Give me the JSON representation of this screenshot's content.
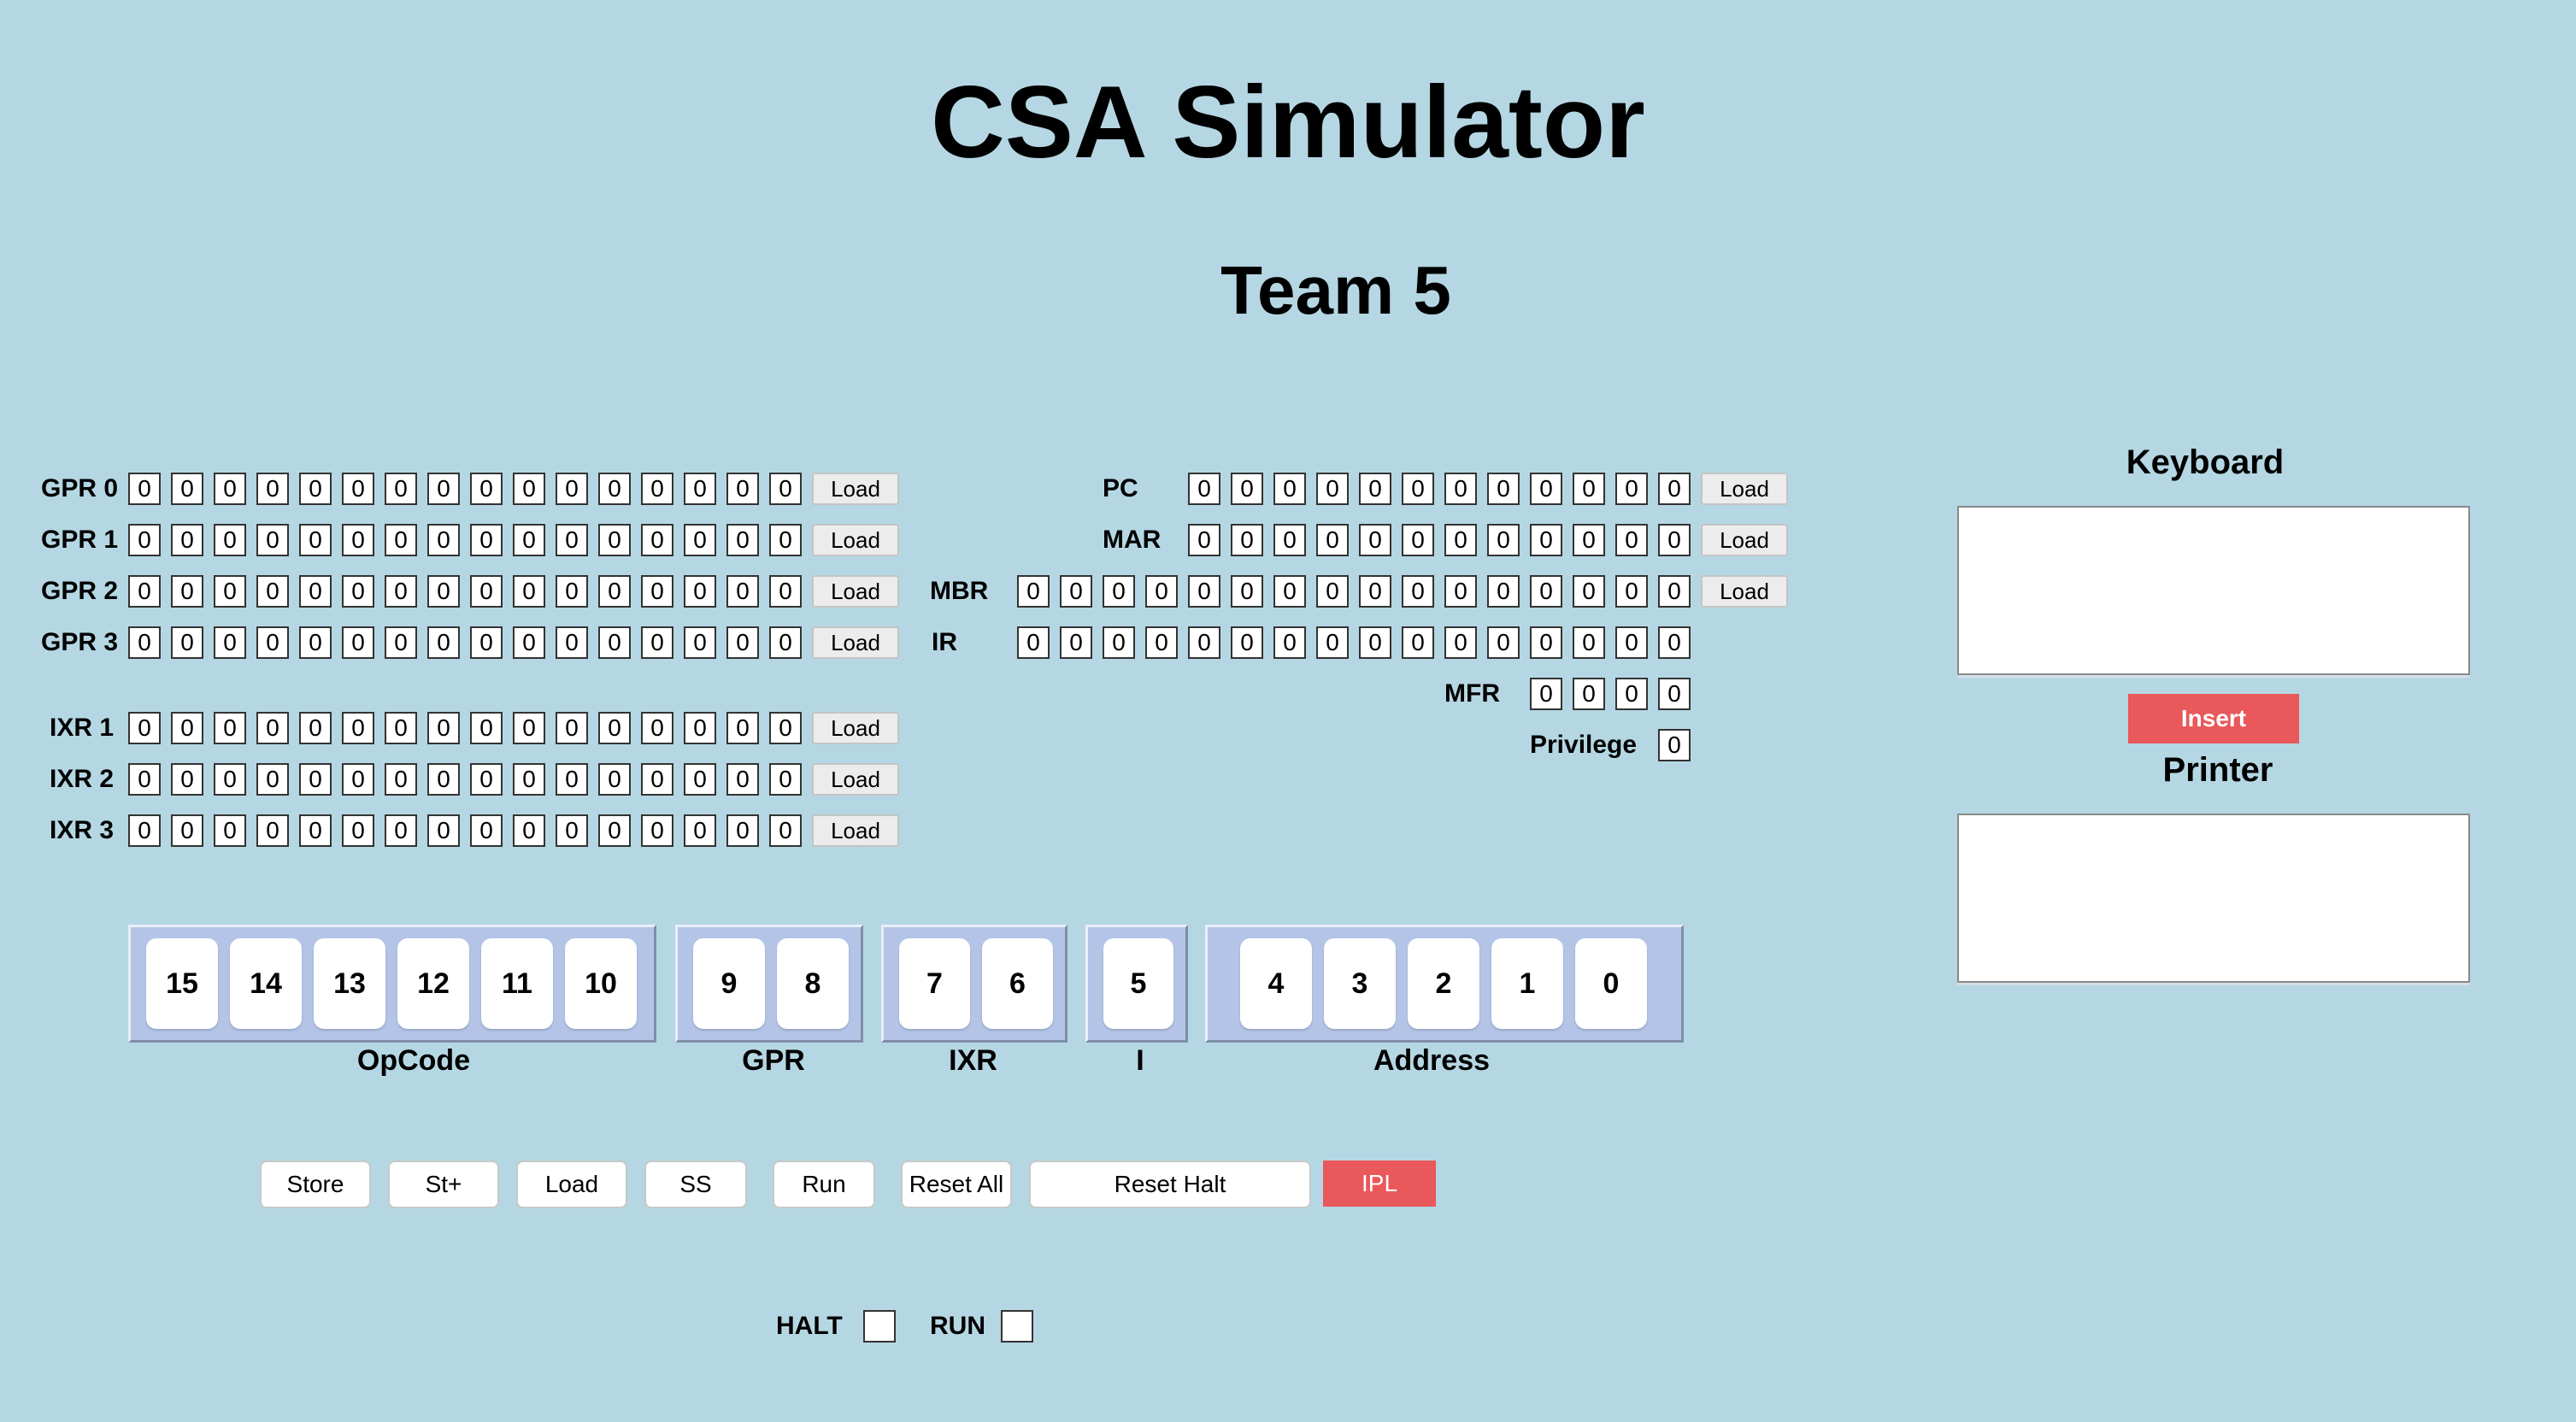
{
  "header": {
    "title": "CSA Simulator",
    "subtitle": "Team 5"
  },
  "gpr": [
    {
      "label": "GPR 0",
      "bits": [
        0,
        0,
        0,
        0,
        0,
        0,
        0,
        0,
        0,
        0,
        0,
        0,
        0,
        0,
        0,
        0
      ],
      "button": "Load"
    },
    {
      "label": "GPR 1",
      "bits": [
        0,
        0,
        0,
        0,
        0,
        0,
        0,
        0,
        0,
        0,
        0,
        0,
        0,
        0,
        0,
        0
      ],
      "button": "Load"
    },
    {
      "label": "GPR 2",
      "bits": [
        0,
        0,
        0,
        0,
        0,
        0,
        0,
        0,
        0,
        0,
        0,
        0,
        0,
        0,
        0,
        0
      ],
      "button": "Load"
    },
    {
      "label": "GPR 3",
      "bits": [
        0,
        0,
        0,
        0,
        0,
        0,
        0,
        0,
        0,
        0,
        0,
        0,
        0,
        0,
        0,
        0
      ],
      "button": "Load"
    }
  ],
  "ixr": [
    {
      "label": "IXR 1",
      "bits": [
        0,
        0,
        0,
        0,
        0,
        0,
        0,
        0,
        0,
        0,
        0,
        0,
        0,
        0,
        0,
        0
      ],
      "button": "Load"
    },
    {
      "label": "IXR 2",
      "bits": [
        0,
        0,
        0,
        0,
        0,
        0,
        0,
        0,
        0,
        0,
        0,
        0,
        0,
        0,
        0,
        0
      ],
      "button": "Load"
    },
    {
      "label": "IXR 3",
      "bits": [
        0,
        0,
        0,
        0,
        0,
        0,
        0,
        0,
        0,
        0,
        0,
        0,
        0,
        0,
        0,
        0
      ],
      "button": "Load"
    }
  ],
  "registers": {
    "pc": {
      "label": "PC",
      "bits": [
        0,
        0,
        0,
        0,
        0,
        0,
        0,
        0,
        0,
        0,
        0,
        0
      ],
      "button": "Load"
    },
    "mar": {
      "label": "MAR",
      "bits": [
        0,
        0,
        0,
        0,
        0,
        0,
        0,
        0,
        0,
        0,
        0,
        0
      ],
      "button": "Load"
    },
    "mbr": {
      "label": "MBR",
      "bits": [
        0,
        0,
        0,
        0,
        0,
        0,
        0,
        0,
        0,
        0,
        0,
        0,
        0,
        0,
        0,
        0
      ],
      "button": "Load"
    },
    "ir": {
      "label": "IR",
      "bits": [
        0,
        0,
        0,
        0,
        0,
        0,
        0,
        0,
        0,
        0,
        0,
        0,
        0,
        0,
        0,
        0
      ]
    },
    "mfr": {
      "label": "MFR",
      "bits": [
        0,
        0,
        0,
        0
      ]
    },
    "privilege": {
      "label": "Privilege",
      "bits": [
        0
      ]
    }
  },
  "keyboard": {
    "title": "Keyboard",
    "value": "",
    "insert_label": "Insert"
  },
  "printer": {
    "title": "Printer",
    "value": ""
  },
  "switches": [
    {
      "label": "OpCode",
      "bits": [
        "15",
        "14",
        "13",
        "12",
        "11",
        "10"
      ]
    },
    {
      "label": "GPR",
      "bits": [
        "9",
        "8"
      ]
    },
    {
      "label": "IXR",
      "bits": [
        "7",
        "6"
      ]
    },
    {
      "label": "I",
      "bits": [
        "5"
      ]
    },
    {
      "label": "Address",
      "bits": [
        "4",
        "3",
        "2",
        "1",
        "0"
      ]
    }
  ],
  "controls": {
    "store": "Store",
    "st_plus": "St+",
    "load": "Load",
    "ss": "SS",
    "run": "Run",
    "reset_all": "Reset All",
    "reset_halt": "Reset Halt",
    "ipl": "IPL"
  },
  "indicators": {
    "halt": "HALT",
    "run": "RUN"
  },
  "colors": {
    "background": "#b5d7e3",
    "accent_red": "#e9585a",
    "switch_group": "#b3c4e7"
  }
}
